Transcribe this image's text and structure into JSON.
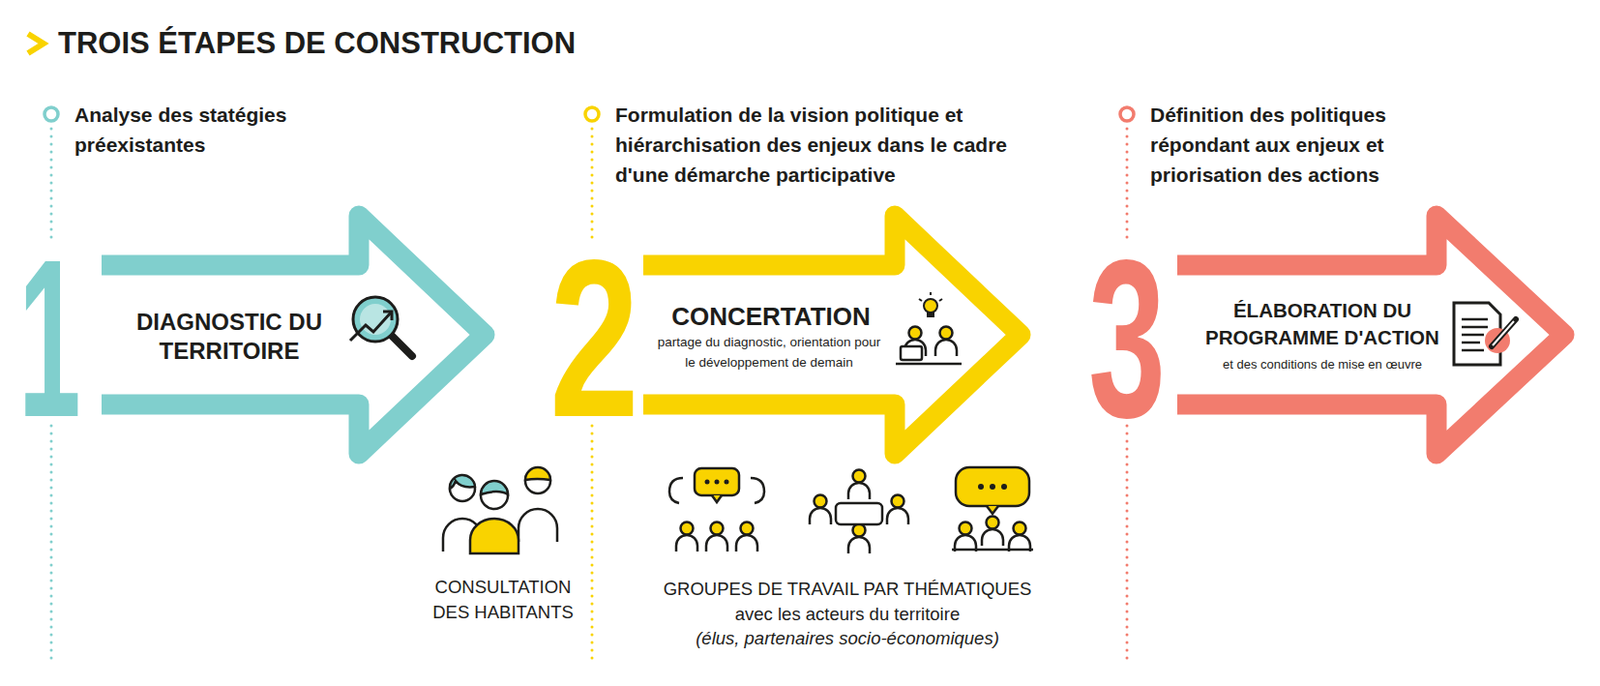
{
  "diagram": {
    "title": "TROIS ÉTAPES DE CONSTRUCTION",
    "nodes": [
      {
        "text": [
          "Analyse des statégies préexistantes",
          "1",
          "DIAGNOSTIC DU TERRITOIRE"
        ]
      },
      {
        "text": [
          "Formulation de la vision politique et hiérarchisation des enjeux dans le cadre d'une démarche participative",
          "2",
          "CONCERTATION",
          "partage du diagnostic, orientation pour le développement de demain"
        ]
      },
      {
        "text": [
          "Définition des politiques répondant aux enjeux et priorisation des actions",
          "3",
          "ÉLABORATION DU PROGRAMME D'ACTION",
          "et des conditions de mise en œuvre"
        ]
      }
    ],
    "labels": [
      "CONSULTATION DES HABITANTS",
      "GROUPES DE TRAVAIL PAR THÉMATIQUES",
      "avec les acteurs du territoire",
      "(élus, partenaires socio-économiques)"
    ]
  }
}
